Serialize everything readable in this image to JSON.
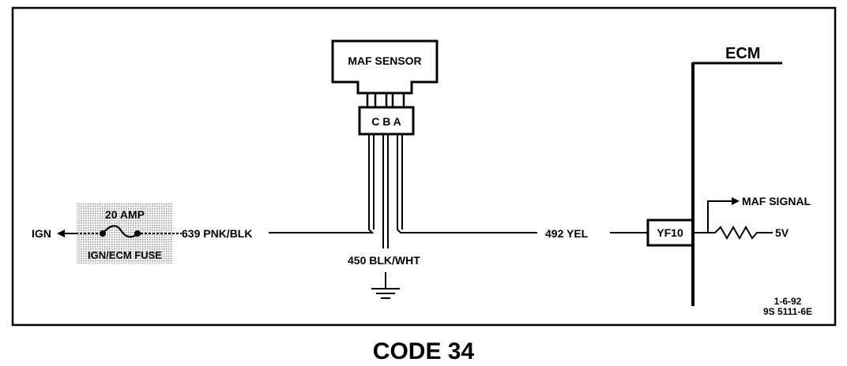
{
  "diagram": {
    "maf_sensor_label": "MAF SENSOR",
    "connector_pins": "C B A",
    "fuse": {
      "rating": "20 AMP",
      "name": "IGN/ECM FUSE"
    },
    "ign_label": "IGN",
    "wire_639": "639 PNK/BLK",
    "wire_450": "450 BLK/WHT",
    "wire_492": "492  YEL",
    "ecm_label": "ECM",
    "yf10_label": "YF10",
    "maf_signal_label": "MAF SIGNAL",
    "five_v_label": "5V",
    "date_code": "1-6-92",
    "part_code": "9S 5111-6E"
  },
  "caption": "CODE 34",
  "colors": {
    "ink": "#000000",
    "fuse_highlight": "#c8c8c8",
    "background": "#ffffff"
  }
}
